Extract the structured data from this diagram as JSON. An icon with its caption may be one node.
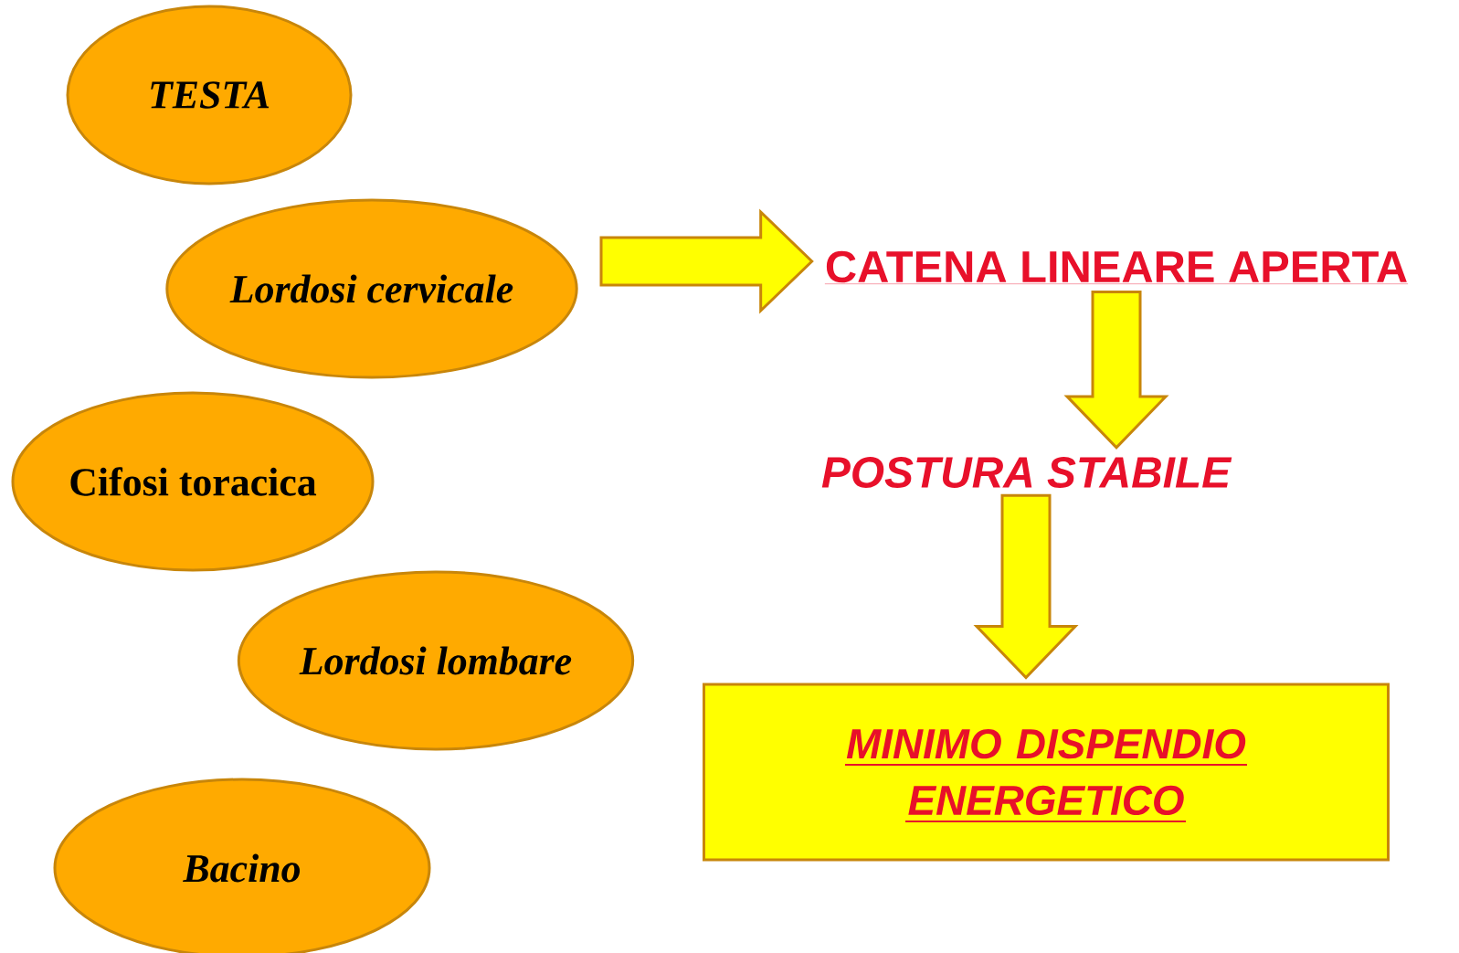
{
  "diagram": {
    "nodes": [
      {
        "text": [
          "TESTA"
        ]
      },
      {
        "text": [
          "Lordosi cervicale"
        ]
      },
      {
        "text": [
          "Cifosi toracica"
        ]
      },
      {
        "text": [
          "Lordosi lombare"
        ]
      },
      {
        "text": [
          "Bacino"
        ]
      },
      {
        "text": [
          "CATENA LINEARE APERTA"
        ]
      },
      {
        "text": [
          "POSTURA STABILE"
        ]
      },
      {
        "text": [
          "MINIMO DISPENDIO ENERGETICO"
        ]
      }
    ],
    "edges": [
      {
        "from": null,
        "to": 5,
        "arrow": "to"
      },
      {
        "from": 5,
        "to": 6,
        "arrow": "to"
      },
      {
        "from": 6,
        "to": 7,
        "arrow": "to"
      }
    ]
  }
}
